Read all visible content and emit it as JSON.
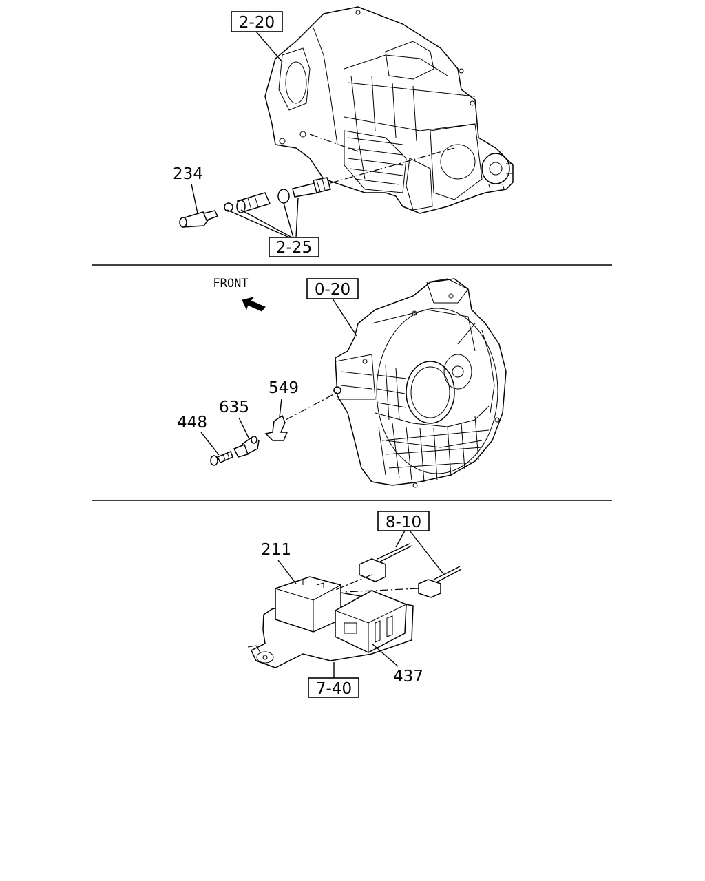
{
  "sections": [
    {
      "id": "transmission",
      "refs": [
        "2-20",
        "2-25"
      ],
      "parts": [
        "234"
      ]
    },
    {
      "id": "bell-housing",
      "direction_label": "FRONT",
      "refs": [
        "0-20"
      ],
      "parts": [
        "549",
        "635",
        "448"
      ]
    },
    {
      "id": "control-unit",
      "refs": [
        "8-10",
        "7-40"
      ],
      "parts": [
        "211",
        "437"
      ]
    }
  ]
}
